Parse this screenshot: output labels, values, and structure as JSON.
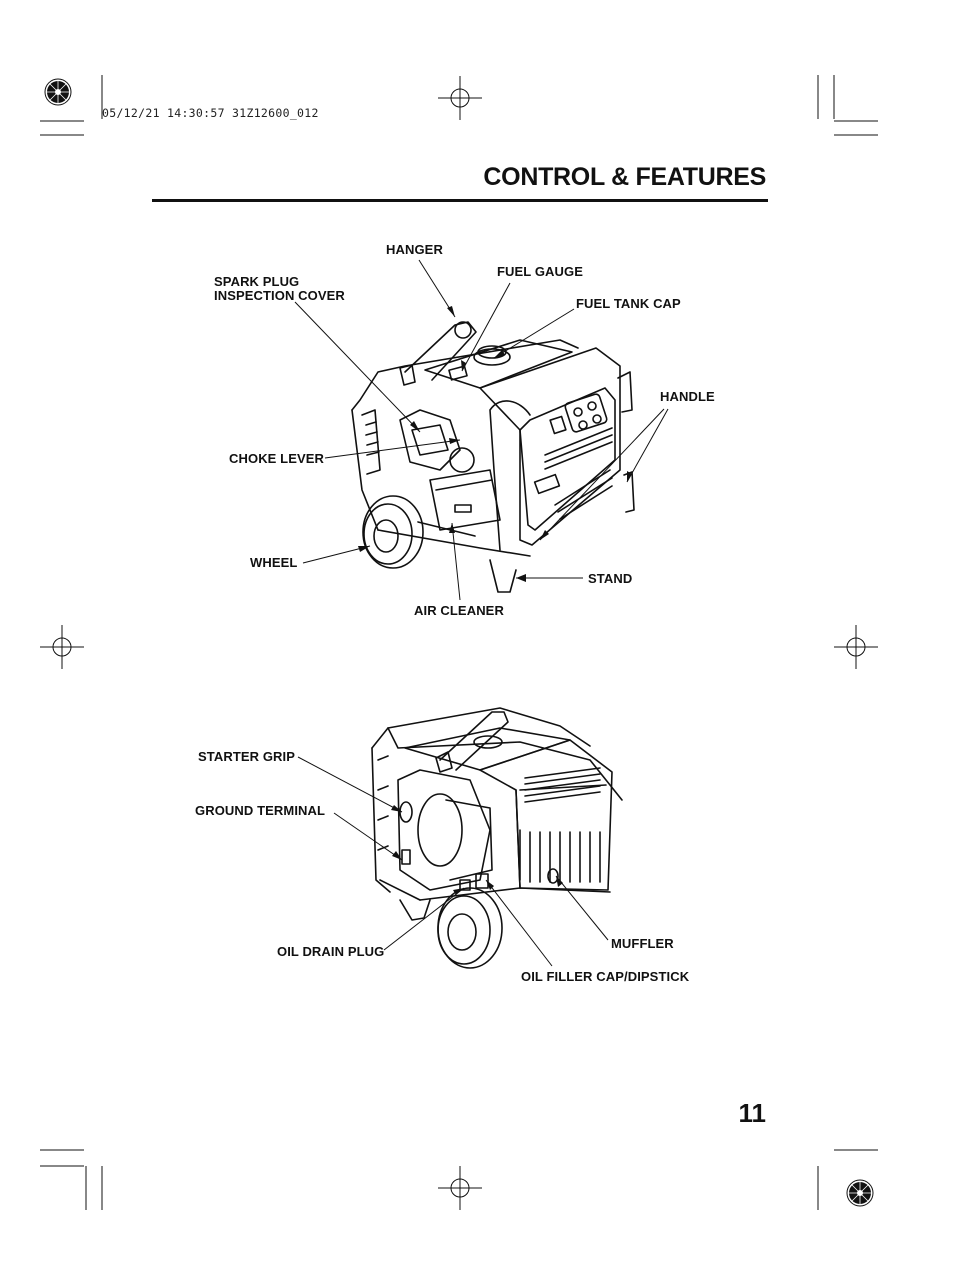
{
  "print_stamp": "05/12/21 14:30:57 31Z12600_012",
  "page_title": "CONTROL & FEATURES",
  "page_number": "11",
  "front_view": {
    "labels": {
      "hanger": "HANGER",
      "fuel_gauge": "FUEL GAUGE",
      "spark_plug_line1": "SPARK PLUG",
      "spark_plug_line2": "INSPECTION COVER",
      "fuel_tank_cap": "FUEL TANK CAP",
      "handle": "HANDLE",
      "choke_lever": "CHOKE LEVER",
      "wheel": "WHEEL",
      "stand": "STAND",
      "air_cleaner": "AIR CLEANER"
    }
  },
  "rear_view": {
    "labels": {
      "starter_grip": "STARTER GRIP",
      "ground_terminal": "GROUND TERMINAL",
      "muffler": "MUFFLER",
      "oil_drain_plug": "OIL DRAIN PLUG",
      "oil_filler_cap": "OIL FILLER CAP/DIPSTICK"
    }
  }
}
